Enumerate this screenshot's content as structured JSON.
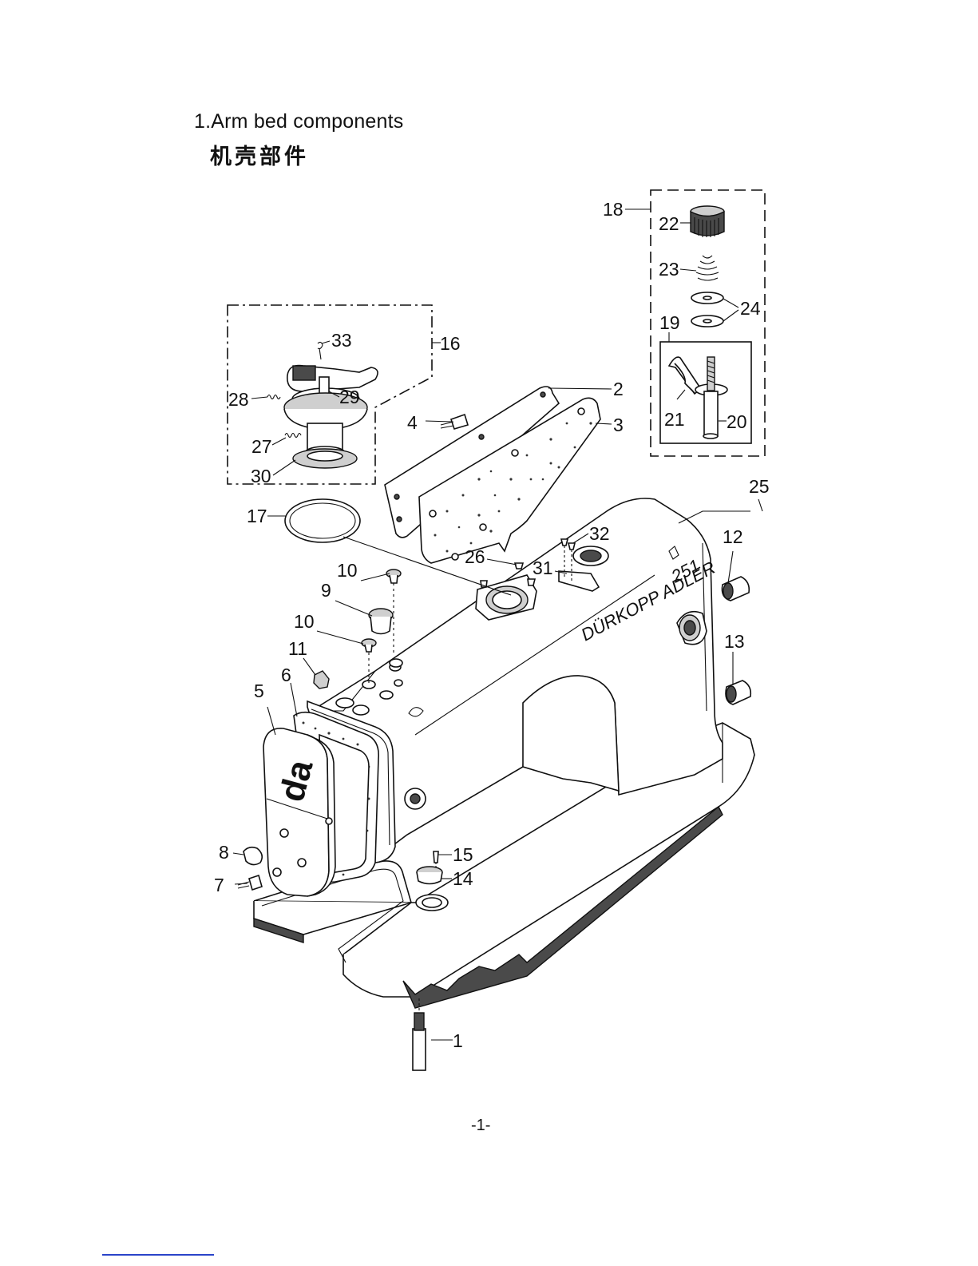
{
  "page": {
    "title_en": "1.Arm bed components",
    "title_zh": "机壳部件",
    "page_number": "-1-"
  },
  "diagram": {
    "brand_text": "DÜRKOPP ADLER",
    "model_text": "251",
    "logo_mark": "da",
    "callouts": [
      "1",
      "2",
      "3",
      "4",
      "5",
      "6",
      "7",
      "8",
      "9",
      "10",
      "10",
      "11",
      "12",
      "13",
      "14",
      "15",
      "16",
      "17",
      "18",
      "19",
      "20",
      "21",
      "22",
      "23",
      "24",
      "25",
      "26",
      "27",
      "28",
      "29",
      "30",
      "31",
      "32",
      "33"
    ]
  }
}
